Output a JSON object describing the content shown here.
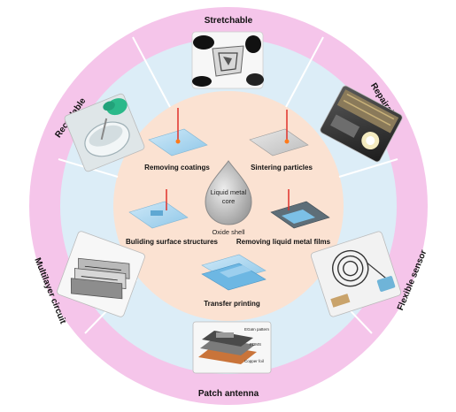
{
  "ring_labels": {
    "top": "Stretchable",
    "top_right": "Repairable",
    "right": "Flexible sensor",
    "bottom": "Patch antenna",
    "left": "Multilayer circuit",
    "top_left": "Recyclable"
  },
  "methods": {
    "removing_coatings": "Removing coatings",
    "sintering_particles": "Sintering particles",
    "building_surface_structures": "Buliding surface structures",
    "removing_liquid_metal_films": "Removing liquid metal films",
    "transfer_printing": "Transfer printing"
  },
  "core": {
    "line1": "Liquid metal",
    "line2": "core",
    "shell": "Oxide shell"
  },
  "antenna_callouts": {
    "pattern": "EGaIn pattern",
    "pdms": "PDMS",
    "copper": "Copper foil"
  },
  "colors": {
    "outer_ring": "#f5c5ea",
    "middle_ring": "#dcedf7",
    "inner_disk": "#fbe2d2",
    "sheet_blue": "#a9d5ee",
    "laser_red": "#e0312b"
  }
}
